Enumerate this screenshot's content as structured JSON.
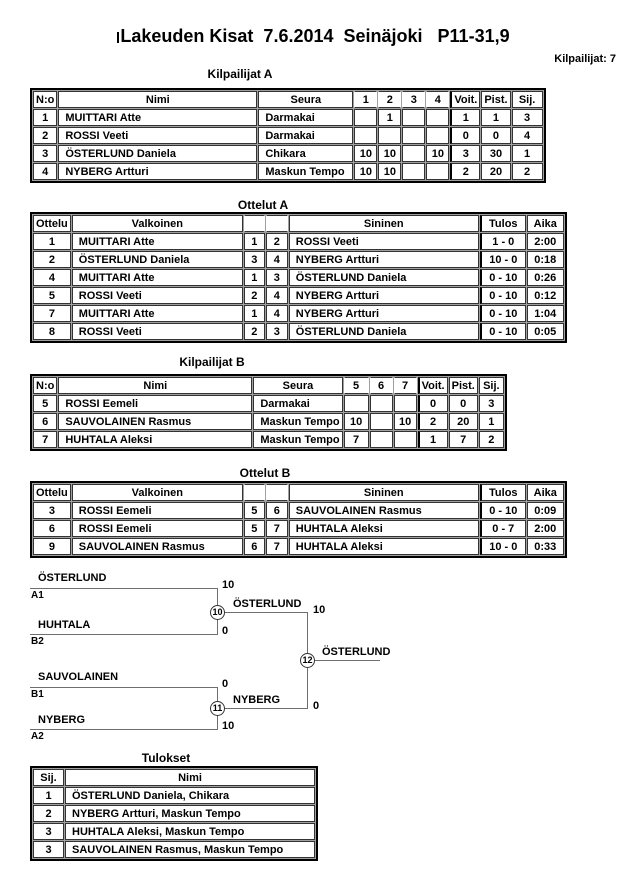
{
  "header": {
    "title": "Lakeuden Kisat  7.6.2014  Seinäjoki   P11-31,9",
    "participants_label": "Kilpailijat: 7"
  },
  "tables": {
    "competitors_a": {
      "heading": "Kilpailijat A",
      "headers": {
        "no": "N:o",
        "name": "Nimi",
        "club": "Seura",
        "r1": "1",
        "r2": "2",
        "r3": "3",
        "r4": "4",
        "wins": "Voit.",
        "points": "Pist.",
        "place": "Sij."
      },
      "rows": [
        {
          "no": "1",
          "name": "MUITTARI Atte",
          "club": "Darmakai",
          "r1": "",
          "r2": "1",
          "r3": "",
          "r4": "",
          "wins": "1",
          "points": "1",
          "place": "3"
        },
        {
          "no": "2",
          "name": "ROSSI Veeti",
          "club": "Darmakai",
          "r1": "",
          "r2": "",
          "r3": "",
          "r4": "",
          "wins": "0",
          "points": "0",
          "place": "4"
        },
        {
          "no": "3",
          "name": "ÖSTERLUND Daniela",
          "club": "Chikara",
          "r1": "10",
          "r2": "10",
          "r3": "",
          "r4": "10",
          "wins": "3",
          "points": "30",
          "place": "1"
        },
        {
          "no": "4",
          "name": "NYBERG Artturi",
          "club": "Maskun Tempo",
          "r1": "10",
          "r2": "10",
          "r3": "",
          "r4": "",
          "wins": "2",
          "points": "20",
          "place": "2"
        }
      ]
    },
    "matches_a": {
      "heading": "Ottelut A",
      "headers": {
        "match": "Ottelu",
        "white": "Valkoinen",
        "blue": "Sininen",
        "result": "Tulos",
        "time": "Aika"
      },
      "rows": [
        {
          "match": "1",
          "white": "MUITTARI Atte",
          "wno": "1",
          "bno": "2",
          "blue": "ROSSI Veeti",
          "result": "1 - 0",
          "time": "2:00"
        },
        {
          "match": "2",
          "white": "ÖSTERLUND Daniela",
          "wno": "3",
          "bno": "4",
          "blue": "NYBERG Artturi",
          "result": "10 - 0",
          "time": "0:18"
        },
        {
          "match": "4",
          "white": "MUITTARI Atte",
          "wno": "1",
          "bno": "3",
          "blue": "ÖSTERLUND Daniela",
          "result": "0 - 10",
          "time": "0:26"
        },
        {
          "match": "5",
          "white": "ROSSI Veeti",
          "wno": "2",
          "bno": "4",
          "blue": "NYBERG Artturi",
          "result": "0 - 10",
          "time": "0:12"
        },
        {
          "match": "7",
          "white": "MUITTARI Atte",
          "wno": "1",
          "bno": "4",
          "blue": "NYBERG Artturi",
          "result": "0 - 10",
          "time": "1:04"
        },
        {
          "match": "8",
          "white": "ROSSI Veeti",
          "wno": "2",
          "bno": "3",
          "blue": "ÖSTERLUND Daniela",
          "result": "0 - 10",
          "time": "0:05"
        }
      ]
    },
    "competitors_b": {
      "heading": "Kilpailijat B",
      "headers": {
        "no": "N:o",
        "name": "Nimi",
        "club": "Seura",
        "r5": "5",
        "r6": "6",
        "r7": "7",
        "wins": "Voit.",
        "points": "Pist.",
        "place": "Sij."
      },
      "rows": [
        {
          "no": "5",
          "name": "ROSSI Eemeli",
          "club": "Darmakai",
          "r5": "",
          "r6": "",
          "r7": "",
          "wins": "0",
          "points": "0",
          "place": "3"
        },
        {
          "no": "6",
          "name": "SAUVOLAINEN Rasmus",
          "club": "Maskun Tempo",
          "r5": "10",
          "r6": "",
          "r7": "10",
          "wins": "2",
          "points": "20",
          "place": "1"
        },
        {
          "no": "7",
          "name": "HUHTALA Aleksi",
          "club": "Maskun Tempo",
          "r5": "7",
          "r6": "",
          "r7": "",
          "wins": "1",
          "points": "7",
          "place": "2"
        }
      ]
    },
    "matches_b": {
      "heading": "Ottelut B",
      "headers": {
        "match": "Ottelu",
        "white": "Valkoinen",
        "blue": "Sininen",
        "result": "Tulos",
        "time": "Aika"
      },
      "rows": [
        {
          "match": "3",
          "white": "ROSSI Eemeli",
          "wno": "5",
          "bno": "6",
          "blue": "SAUVOLAINEN Rasmus",
          "result": "0 - 10",
          "time": "0:09"
        },
        {
          "match": "6",
          "white": "ROSSI Eemeli",
          "wno": "5",
          "bno": "7",
          "blue": "HUHTALA Aleksi",
          "result": "0 - 7",
          "time": "2:00"
        },
        {
          "match": "9",
          "white": "SAUVOLAINEN Rasmus",
          "wno": "6",
          "bno": "7",
          "blue": "HUHTALA Aleksi",
          "result": "10 - 0",
          "time": "0:33"
        }
      ]
    },
    "results": {
      "heading": "Tulokset",
      "headers": {
        "place": "Sij.",
        "name": "Nimi"
      },
      "rows": [
        {
          "place": "1",
          "name": "ÖSTERLUND Daniela, Chikara"
        },
        {
          "place": "2",
          "name": "NYBERG Artturi, Maskun Tempo"
        },
        {
          "place": "3",
          "name": "HUHTALA Aleksi, Maskun Tempo"
        },
        {
          "place": "3",
          "name": "SAUVOLAINEN Rasmus, Maskun Tempo"
        }
      ]
    }
  },
  "bracket": {
    "semifinal_1": {
      "match_no": "10",
      "top": {
        "name": "ÖSTERLUND",
        "seed": "A1",
        "score": "10"
      },
      "bottom": {
        "name": "HUHTALA",
        "seed": "B2",
        "score": "0"
      },
      "winner": {
        "name": "ÖSTERLUND",
        "score": "10"
      }
    },
    "semifinal_2": {
      "match_no": "11",
      "top": {
        "name": "SAUVOLAINEN",
        "seed": "B1",
        "score": "0"
      },
      "bottom": {
        "name": "NYBERG",
        "seed": "A2",
        "score": "10"
      },
      "winner": {
        "name": "NYBERG",
        "score": "0"
      }
    },
    "final": {
      "match_no": "12",
      "winner": {
        "name": "ÖSTERLUND"
      }
    }
  }
}
